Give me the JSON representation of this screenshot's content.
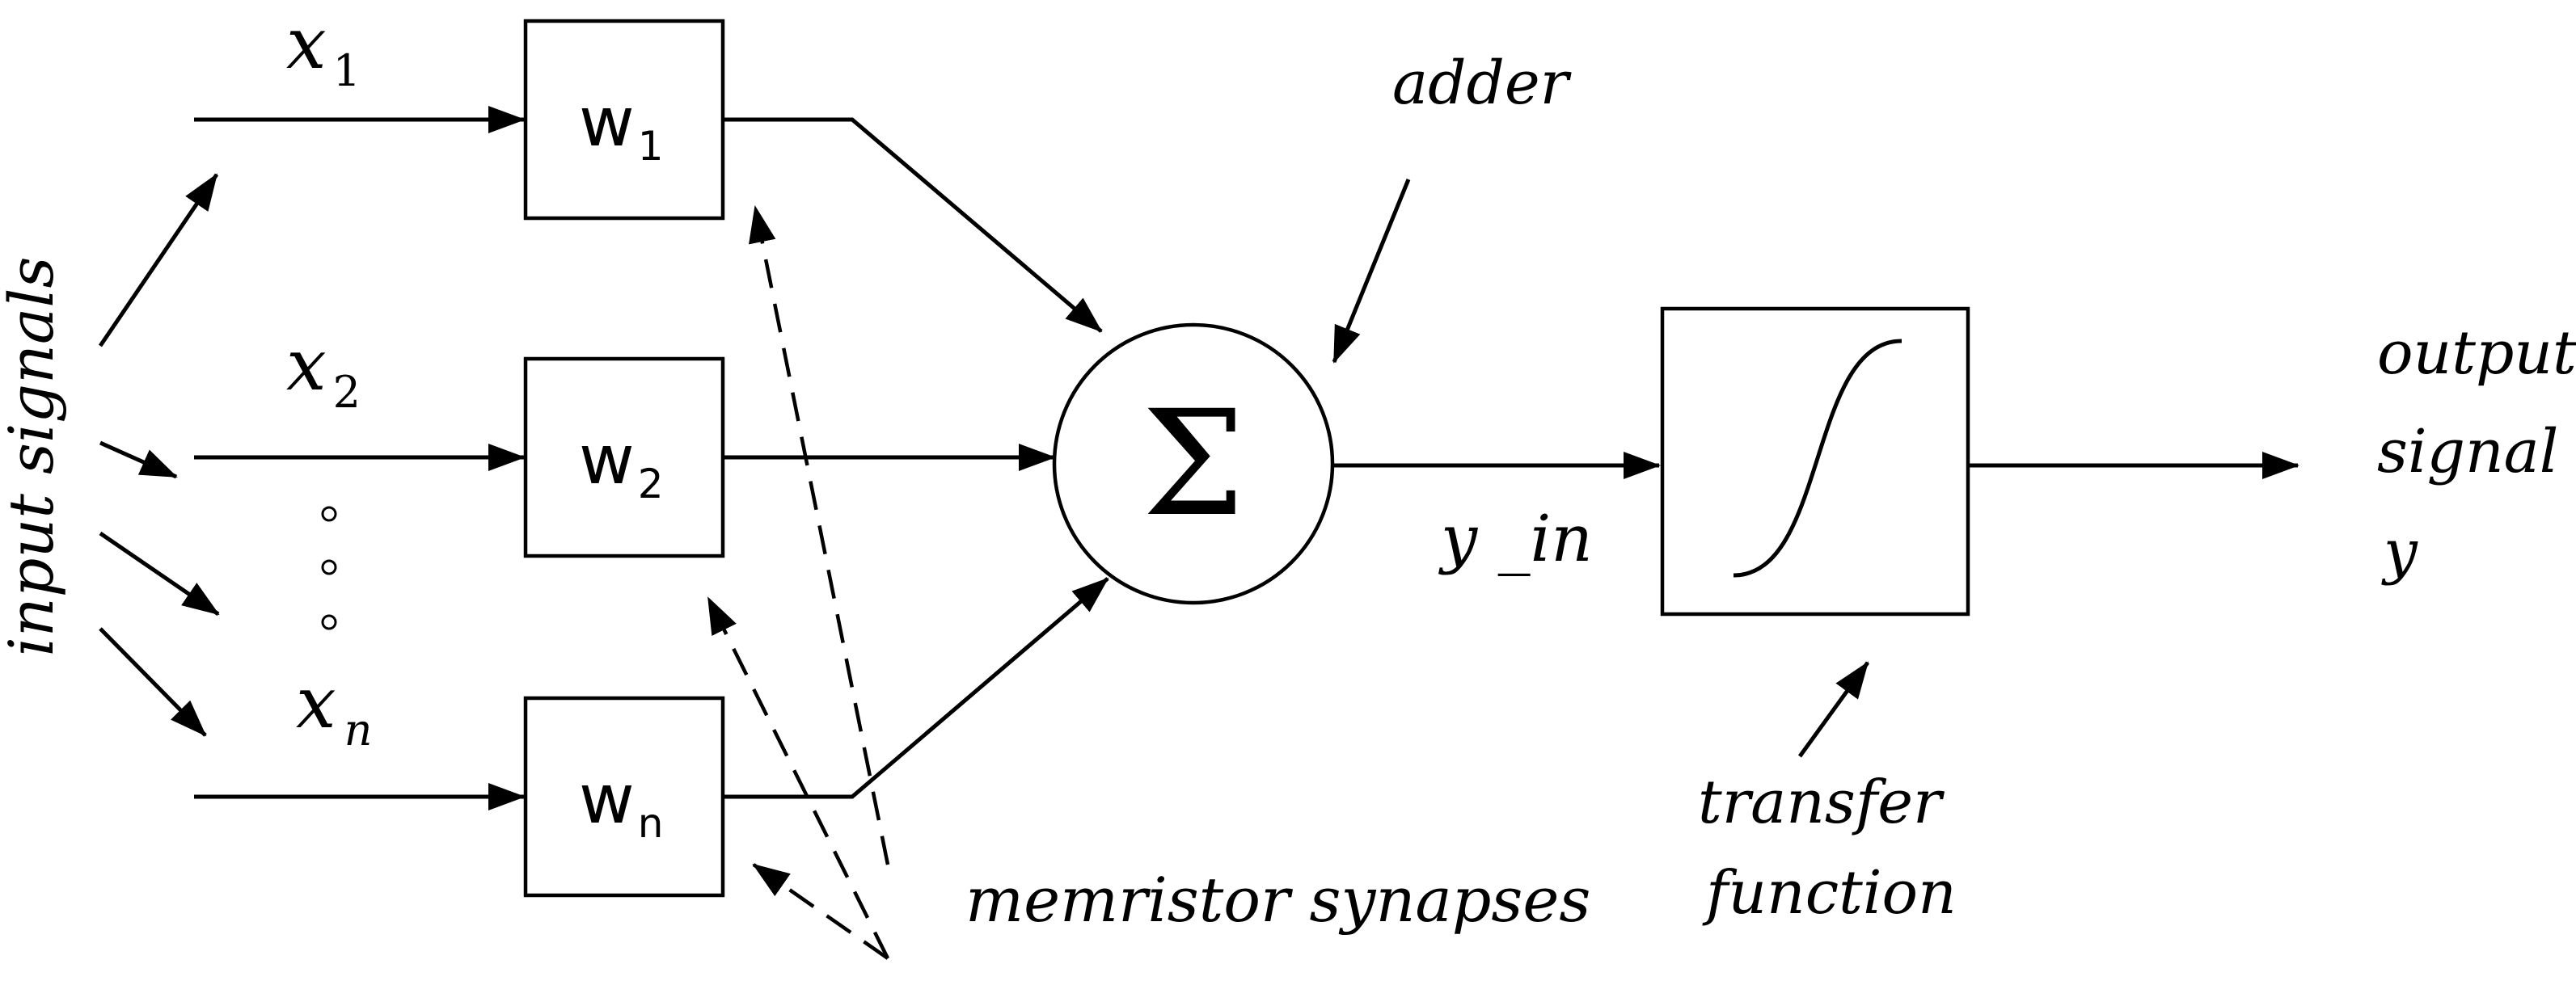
{
  "inputs": [
    {
      "symbol": "x",
      "subscript": "1"
    },
    {
      "symbol": "x",
      "subscript": "2"
    },
    {
      "symbol": "x",
      "subscript": "n"
    }
  ],
  "weights": [
    {
      "symbol": "w",
      "subscript": "1"
    },
    {
      "symbol": "w",
      "subscript": "2"
    },
    {
      "symbol": "w",
      "subscript": "n"
    }
  ],
  "labels": {
    "input_signals": "input signals",
    "adder": "adder",
    "sigma": "Σ",
    "y_in": "y _in",
    "transfer_line1": "transfer",
    "transfer_line2": "function",
    "output_line1": "output",
    "output_line2": "signal",
    "output_line3": "y",
    "memristor": "memristor synapses"
  },
  "colors": {
    "stroke": "#000000",
    "background": "#ffffff"
  }
}
